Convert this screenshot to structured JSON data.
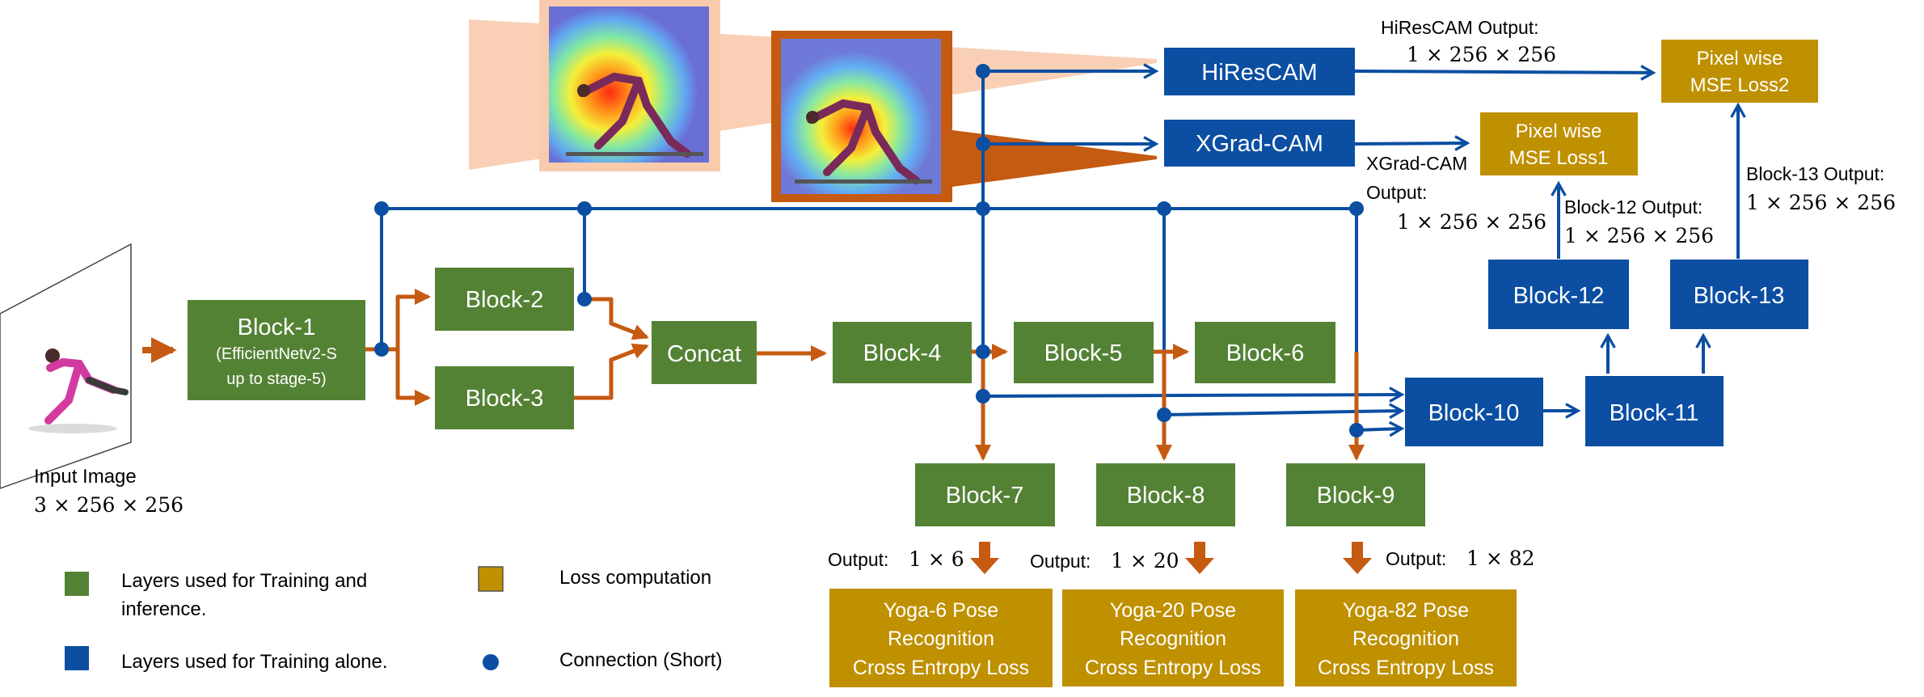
{
  "colors": {
    "green": "#548235",
    "blue": "#0b4ea2",
    "gold": "#bf9000",
    "orange": "#c55a11",
    "peach": "#f8cbad",
    "dot": "#0b4ea2"
  },
  "blocks": {
    "block1_line1": "Block-1",
    "block1_line2": "(EfficientNetv2-S",
    "block1_line3": "up to stage-5)",
    "block2": "Block-2",
    "block3": "Block-3",
    "concat": "Concat",
    "block4": "Block-4",
    "block5": "Block-5",
    "block6": "Block-6",
    "block7": "Block-7",
    "block8": "Block-8",
    "block9": "Block-9",
    "block10": "Block-10",
    "block11": "Block-11",
    "block12": "Block-12",
    "block13": "Block-13",
    "hirescam": "HiResCAM",
    "xgradcam": "XGrad-CAM"
  },
  "losses": {
    "mse1_line1": "Pixel wise",
    "mse1_line2": "MSE Loss1",
    "mse2_line1": "Pixel wise",
    "mse2_line2": "MSE Loss2",
    "yoga6_line1": "Yoga-6 Pose",
    "yoga6_line2": "Recognition",
    "yoga6_line3": "Cross Entropy Loss",
    "yoga20_line1": "Yoga-20 Pose",
    "yoga20_line2": "Recognition",
    "yoga20_line3": "Cross Entropy Loss",
    "yoga82_line1": "Yoga-82 Pose",
    "yoga82_line2": "Recognition",
    "yoga82_line3": "Cross Entropy Loss"
  },
  "labels": {
    "input_title": "Input Image",
    "input_dims": "3 × 256 × 256",
    "hirescam_out_title": "HiResCAM Output:",
    "hirescam_out_dims": "1 × 256 × 256",
    "xgradcam_out_title1": "XGrad-CAM",
    "xgradcam_out_title2": "Output:",
    "xgradcam_out_dims": "1 × 256 × 256",
    "block12_out_title": "Block-12 Output:",
    "block12_out_dims": "1 × 256 × 256",
    "block13_out_title": "Block-13 Output:",
    "block13_out_dims": "1 × 256 × 256",
    "out6_prefix": "Output:",
    "out6_dims": "1 × 6",
    "out20_prefix": "Output:",
    "out20_dims": "1 × 20",
    "out82_prefix": "Output:",
    "out82_dims": "1 × 82"
  },
  "legend": {
    "green_line1": "Layers used for Training and",
    "green_line2": "inference.",
    "blue": "Layers used for Training alone.",
    "gold": "Loss computation",
    "dot": "Connection (Short)"
  }
}
